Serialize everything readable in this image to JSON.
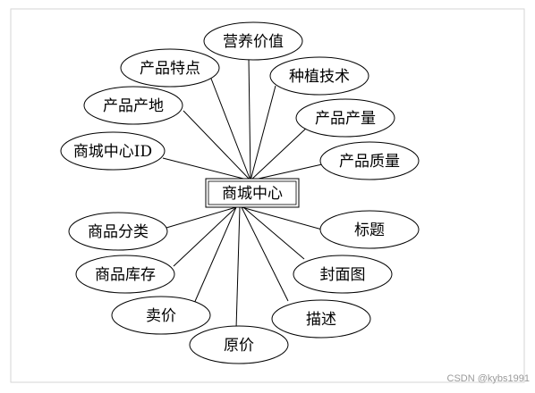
{
  "diagram": {
    "entity": "商城中心",
    "attributes": [
      "营养价值",
      "产品特点",
      "种植技术",
      "产品产地",
      "产品产量",
      "商城中心ID",
      "产品质量",
      "商品分类",
      "标题",
      "商品库存",
      "封面图",
      "卖价",
      "描述",
      "原价"
    ]
  },
  "watermark": "CSDN @kybs1991"
}
